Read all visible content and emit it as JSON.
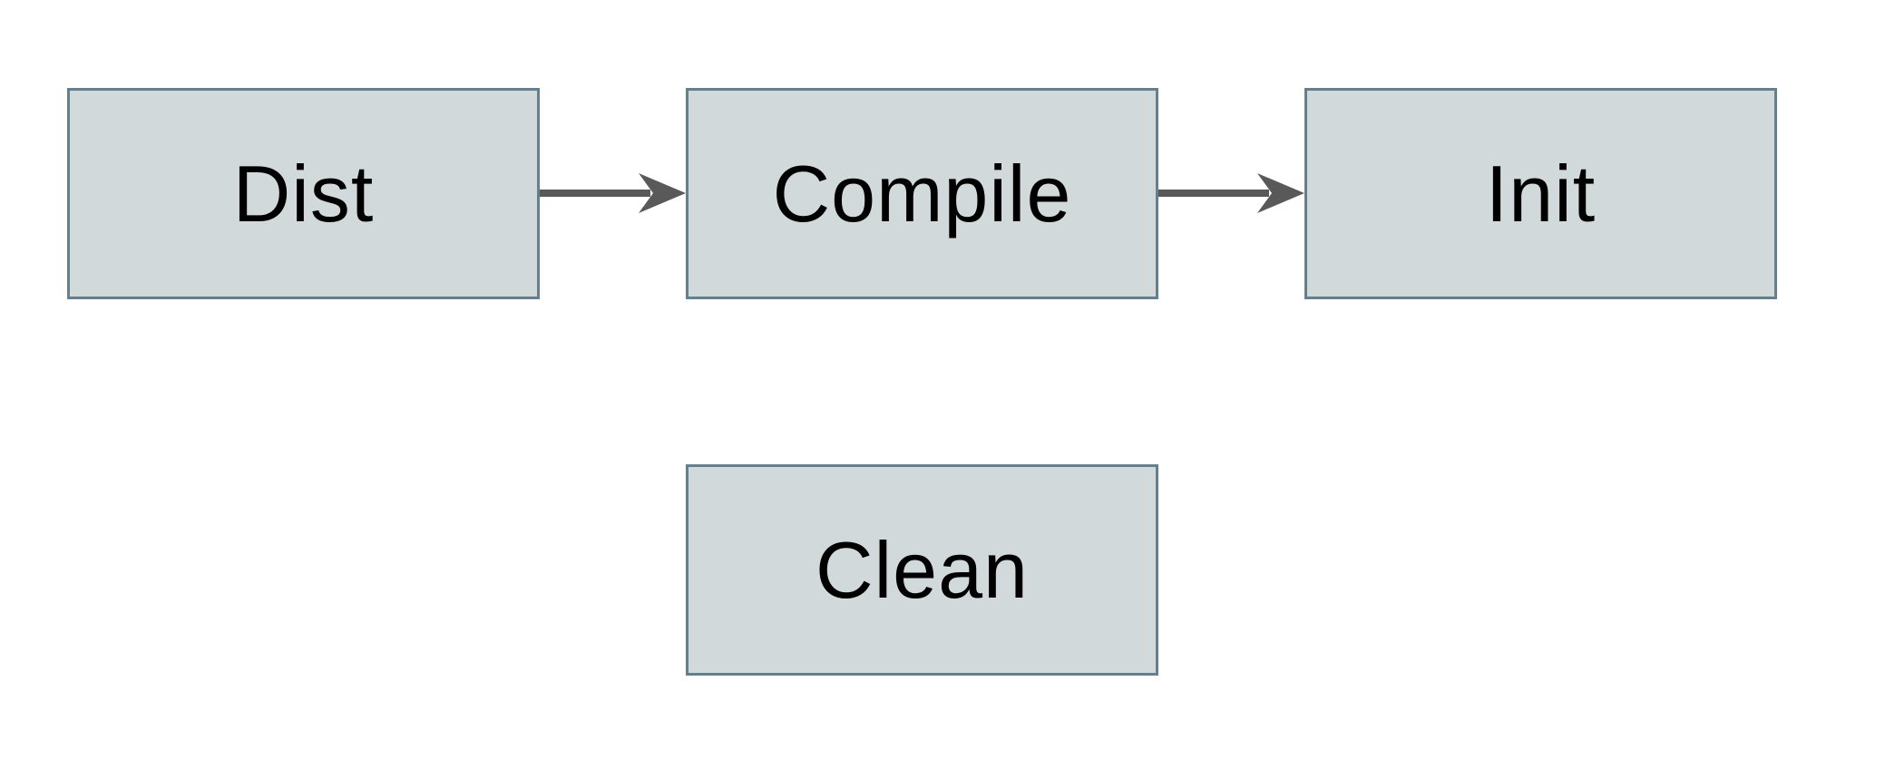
{
  "diagram": {
    "nodes": [
      {
        "id": "dist",
        "label": "Dist"
      },
      {
        "id": "compile",
        "label": "Compile"
      },
      {
        "id": "init",
        "label": "Init"
      },
      {
        "id": "clean",
        "label": "Clean"
      }
    ],
    "edges": [
      {
        "from": "dist",
        "to": "compile",
        "direction": "right"
      },
      {
        "from": "compile",
        "to": "init",
        "direction": "right"
      }
    ]
  },
  "colors": {
    "background": "#ffffff",
    "node-fill": "#d2d9db",
    "node-border": "#64808f",
    "arrow": "#595959",
    "text": "#000000"
  }
}
